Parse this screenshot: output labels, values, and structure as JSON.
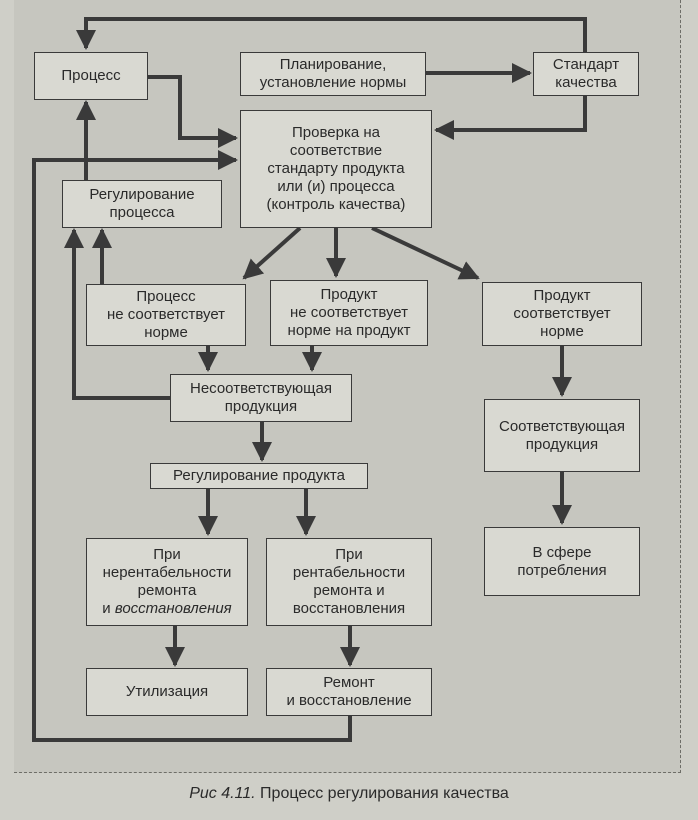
{
  "diagram": {
    "nodes": {
      "process": "Процесс",
      "planning": "Планирование,\nустановление нормы",
      "standard": "Стандарт\nкачества",
      "check": "Проверка на\nсоответствие\nстандарту продукта\nили (и) процесса\n(контроль качества)",
      "regulation_process": "Регулирование\nпроцесса",
      "process_nonconform": "Процесс\nне соответствует\nнорме",
      "product_nonconform": "Продукт\nне соответствует\nнорме на продукт",
      "product_conform": "Продукт\nсоответствует\nнорме",
      "nonconforming_products": "Несоответствующая\nпродукция",
      "conforming_products": "Соответствующая\nпродукция",
      "product_regulation": "Регулирование продукта",
      "unprofitable_line1": "При\nнерентабельности\nремонта",
      "unprofitable_line2_prefix": "и ",
      "unprofitable_line2_em": "восстановления",
      "profitable": "При\nрентабельности\nремонта и\nвосстановления",
      "consumption": "В сфере\nпотребления",
      "disposal": "Утилизация",
      "repair": "Ремонт\nи восстановление"
    },
    "caption": {
      "label": "Рис 4.11.",
      "text": " Процесс регулирования качества"
    }
  }
}
